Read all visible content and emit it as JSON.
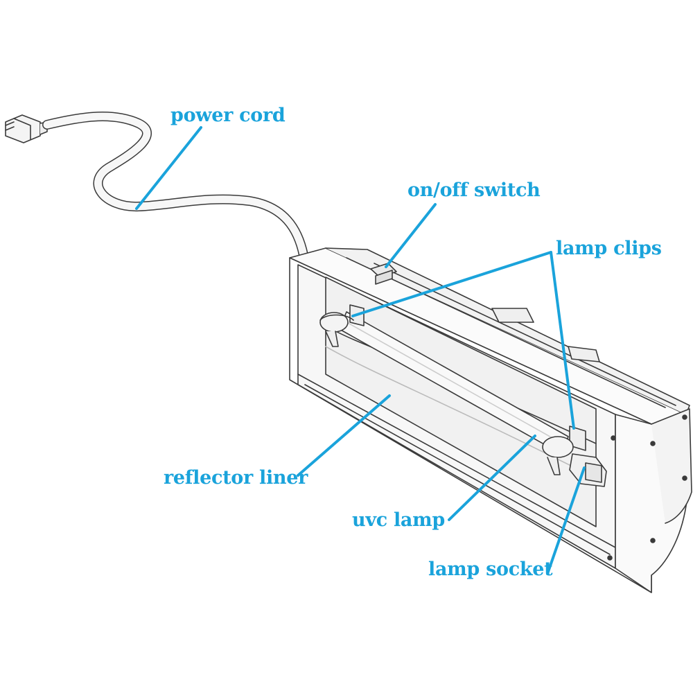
{
  "accent_color": "#1AA3DB",
  "outline_color": "#3a3a3a",
  "labels": {
    "power_cord": "power cord",
    "onoff_switch": "on/off switch",
    "lamp_clips": "lamp clips",
    "reflector_liner": "reflector liner",
    "uvc_lamp": "uvc lamp",
    "lamp_socket": "lamp socket"
  }
}
